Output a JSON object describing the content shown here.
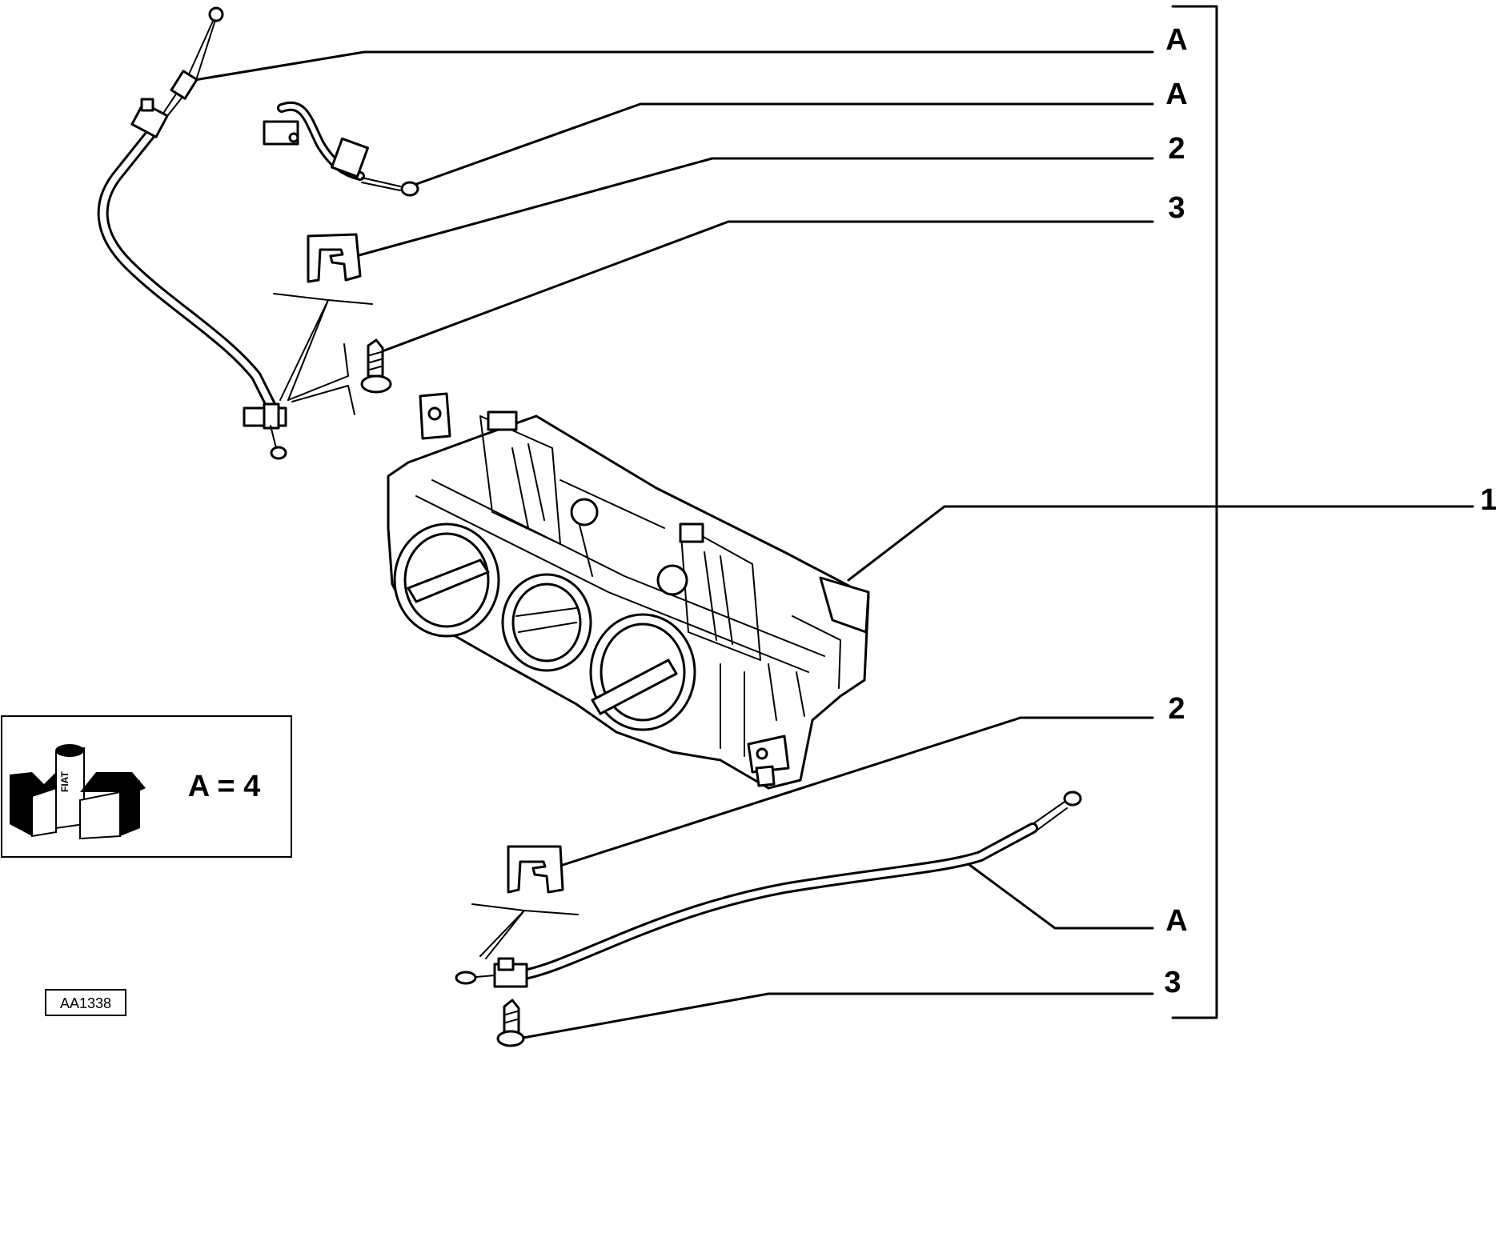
{
  "callouts": {
    "a_top_1": "A",
    "a_top_2": "A",
    "clip_top": "2",
    "screw_top": "3",
    "control_unit": "1",
    "clip_bottom": "2",
    "a_bottom": "A",
    "screw_bottom": "3"
  },
  "legend": {
    "formula": "A = 4",
    "can_brand": "FIAT"
  },
  "drawing_code": "AA1338"
}
